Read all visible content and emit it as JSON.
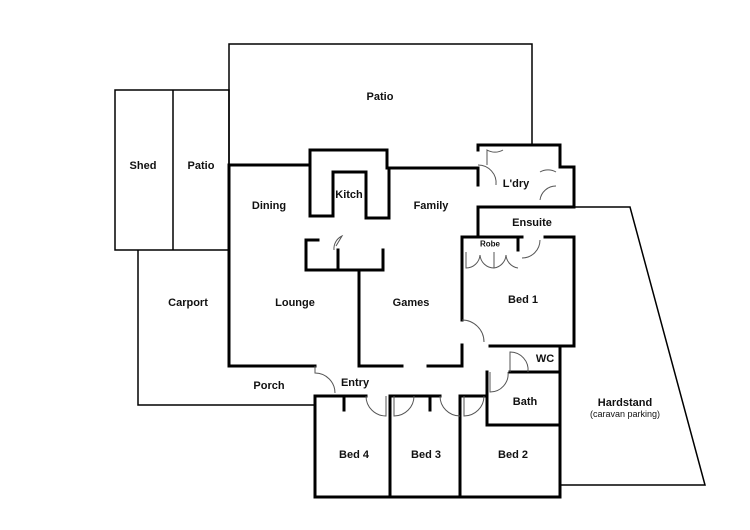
{
  "rooms": {
    "patio_top": "Patio",
    "shed": "Shed",
    "patio_side": "Patio",
    "dining": "Dining",
    "kitchen": "Kitch",
    "family": "Family",
    "laundry": "L'dry",
    "ensuite": "Ensuite",
    "robe": "Robe",
    "bed1": "Bed 1",
    "carport": "Carport",
    "lounge": "Lounge",
    "games": "Games",
    "wc": "WC",
    "porch": "Porch",
    "entry": "Entry",
    "bath": "Bath",
    "hardstand": "Hardstand",
    "hardstand_note": "(caravan parking)",
    "bed4": "Bed 4",
    "bed3": "Bed 3",
    "bed2": "Bed 2"
  }
}
